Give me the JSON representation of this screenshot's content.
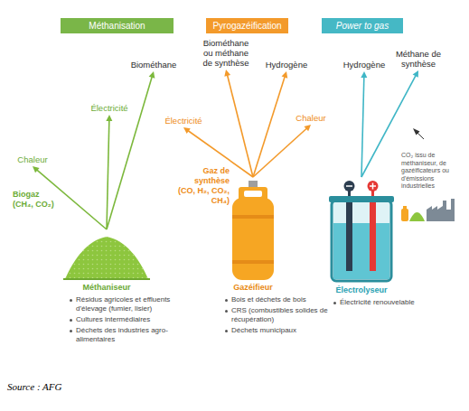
{
  "diagram": {
    "caption": "Source : AFG",
    "nodes": [
      {
        "text": [
          "Méthanisation"
        ]
      },
      {
        "text": [
          "Pyrogazéification"
        ]
      },
      {
        "text": [
          "Power to gas"
        ]
      },
      {
        "text": [
          "Biométhane"
        ]
      },
      {
        "text": [
          "Biométhane ou méthane de synthèse"
        ]
      },
      {
        "text": [
          "Hydrogène"
        ]
      },
      {
        "text": [
          "Hydrogène"
        ]
      },
      {
        "text": [
          "Méthane de synthèse"
        ]
      },
      {
        "text": [
          "Électricité"
        ]
      },
      {
        "text": [
          "Électricité"
        ]
      },
      {
        "text": [
          "Chaleur"
        ]
      },
      {
        "text": [
          "Chaleur"
        ]
      },
      {
        "text": [
          "Méthaniseur",
          "Résidus agricoles et effluents d'élevage (fumier, lisier)",
          "Cultures intermédiaires",
          "Déchets des industries agro-alimentaires"
        ]
      },
      {
        "text": [
          "Gazéifieur",
          "Bois et déchets de bois",
          "CRS (combustibles solides de récupération)",
          "Déchets municipaux"
        ]
      },
      {
        "text": [
          "Électrolyseur",
          "Électricité renouvelable"
        ]
      }
    ],
    "edges": [
      {
        "from": 12,
        "to": 11,
        "arrow": "to"
      },
      {
        "from": 12,
        "to": 8,
        "arrow": "to"
      },
      {
        "from": 12,
        "to": 3,
        "arrow": "to"
      },
      {
        "from": 13,
        "to": 9,
        "arrow": "to"
      },
      {
        "from": 13,
        "to": 4,
        "arrow": "to"
      },
      {
        "from": 13,
        "to": 5,
        "arrow": "to"
      },
      {
        "from": 13,
        "to": 10,
        "arrow": "to"
      },
      {
        "from": 14,
        "to": 6,
        "arrow": "to"
      },
      {
        "from": 14,
        "to": 7,
        "arrow": "to"
      }
    ],
    "labels": [
      "Biogaz (CH₄, CO₂)",
      "Gaz de synthèse (CO, H₂, CO₂, CH₄)",
      "CO₂ issu de méthaniseur, de gazéificateurs ou d'émissions industrielles"
    ]
  }
}
